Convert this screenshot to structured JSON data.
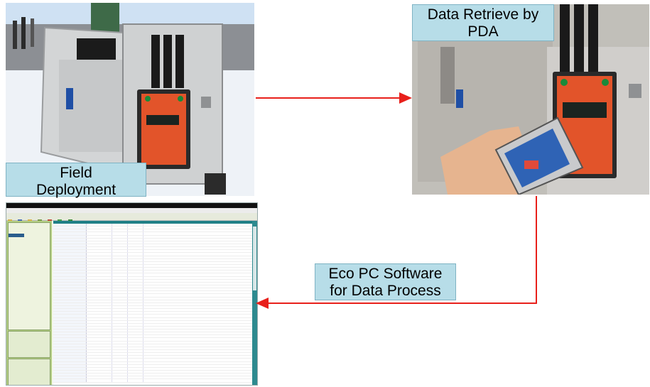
{
  "labels": {
    "field_line1": "Field",
    "field_line2": "Deployment",
    "retrieve_line1": "Data Retrieve by",
    "retrieve_line2": "PDA",
    "software_line1": "Eco PC Software",
    "software_line2": "for Data Process"
  },
  "colors": {
    "label_bg": "#b7dde8",
    "arrow": "#e8201b",
    "sky": "#cfe1f3",
    "snow": "#eef2f7",
    "enclosure": "#d9dbdb",
    "device_face": "#e2542a",
    "software_accent": "#2d8a8f"
  },
  "icons": {
    "field_photo": "outdoor-logger-enclosure-photo",
    "pda_photo": "pda-hand-photo",
    "software": "software-window-screenshot"
  }
}
